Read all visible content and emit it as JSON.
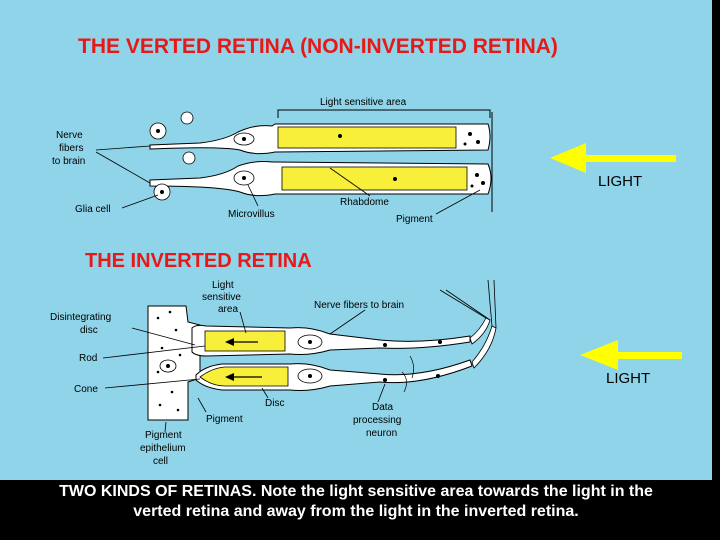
{
  "title_verted": "THE VERTED RETINA  (NON-INVERTED RETINA)",
  "title_inverted": "THE INVERTED RETINA",
  "verted_labels": {
    "light_sensitive_area": "Light sensitive area",
    "nerve_fibers_l1": "Nerve",
    "nerve_fibers_l2": "fibers",
    "nerve_fibers_l3": "to brain",
    "glia_cell": "Glia cell",
    "microvillus": "Microvillus",
    "rhabdome": "Rhabdome",
    "pigment": "Pigment",
    "light": "LIGHT"
  },
  "inverted_labels": {
    "light_sensitive_l1": "Light",
    "light_sensitive_l2": "sensitive",
    "light_sensitive_l3": "area",
    "nerve_fibers_to_brain": "Nerve fibers to brain",
    "disintegrating_l1": "Disintegrating",
    "disintegrating_l2": "disc",
    "rod": "Rod",
    "cone": "Cone",
    "disc": "Disc",
    "pigment": "Pigment",
    "data_l1": "Data",
    "data_l2": "processing",
    "data_l3": "neuron",
    "pigment_epi_l1": "Pigment",
    "pigment_epi_l2": "epithelium",
    "pigment_epi_l3": "cell",
    "light": "LIGHT"
  },
  "caption_line1": "TWO KINDS OF RETINAS. Note the light sensitive area towards the light in the",
  "caption_line2": "verted retina and away from the light in the inverted retina.",
  "colors": {
    "background": "#8fd4e8",
    "title": "#e81818",
    "receptor": "#f7ef3a",
    "arrow": "#ffff00"
  }
}
